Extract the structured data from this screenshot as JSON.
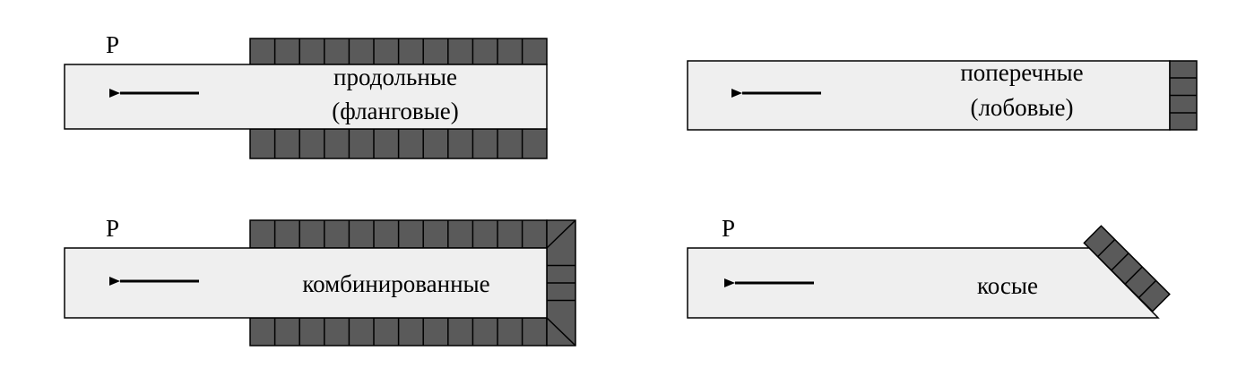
{
  "colors": {
    "plate": "#efefef",
    "weld": "#5a5a5a",
    "stroke": "#000000"
  },
  "panels": {
    "longitudinal": {
      "force": "P",
      "label_line1": "продольные",
      "label_line2": "(фланговые)"
    },
    "transverse": {
      "label_line1": "поперечные",
      "label_line2": "(лобовые)"
    },
    "combined": {
      "force": "P",
      "label": "комбинированные"
    },
    "oblique": {
      "force": "P",
      "label": "косые"
    }
  }
}
